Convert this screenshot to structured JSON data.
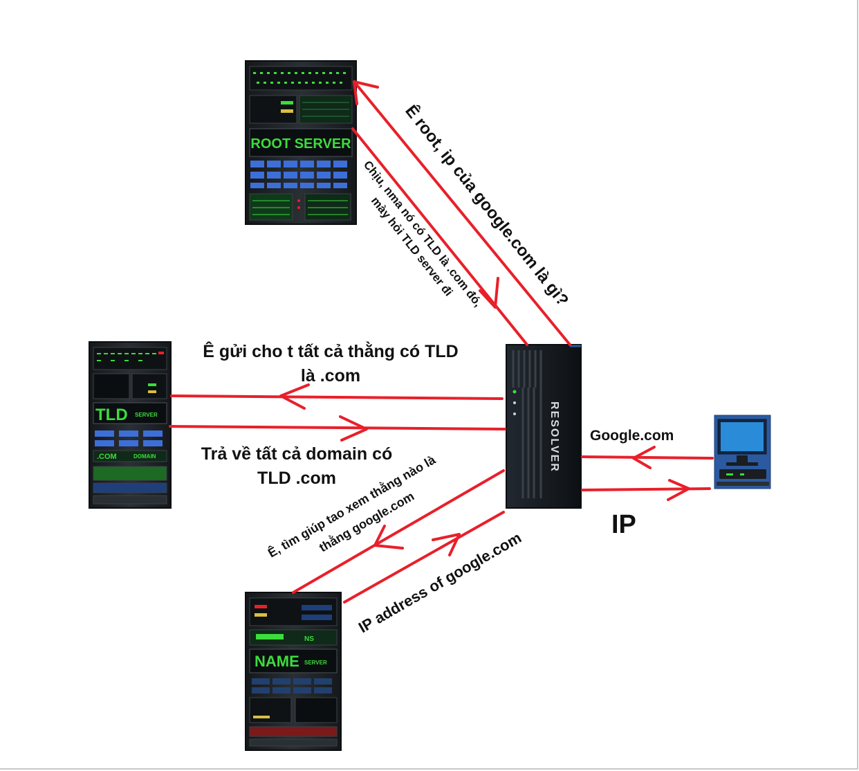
{
  "servers": {
    "root": {
      "title": "ROOT SERVER"
    },
    "tld": {
      "title": "TLD",
      "subtitle": "SERVER",
      "domain_left": ".COM",
      "domain_right": "DOMAIN"
    },
    "name": {
      "title": "NAME",
      "subtitle": "SERVER",
      "small_label": "NS"
    },
    "resolver": {
      "title": "RESOLVER"
    }
  },
  "messages": {
    "ask_root": "Ê root, ip của google.com là gì?",
    "root_reply_line1": "Chịu, nma nó có TLD là .com đó,",
    "root_reply_line2": "mày hỏi TLD server đi",
    "ask_tld_line1": "Ê gửi cho t tất cả thằng có TLD",
    "ask_tld_line2": "là .com",
    "tld_reply_line1": "Trả về tất cả domain có",
    "tld_reply_line2": "TLD .com",
    "ask_name_line1": "Ê, tìm giúp tao xem thằng nào là",
    "ask_name_line2": "thằng google.com",
    "name_reply": "IP address of google.com",
    "client_query": "Google.com",
    "client_answer": "IP"
  },
  "colors": {
    "arrow": "#e8202a",
    "rack": "#1c2024",
    "led_green": "#3ddc3d",
    "client_blue": "#2b5aa0"
  }
}
